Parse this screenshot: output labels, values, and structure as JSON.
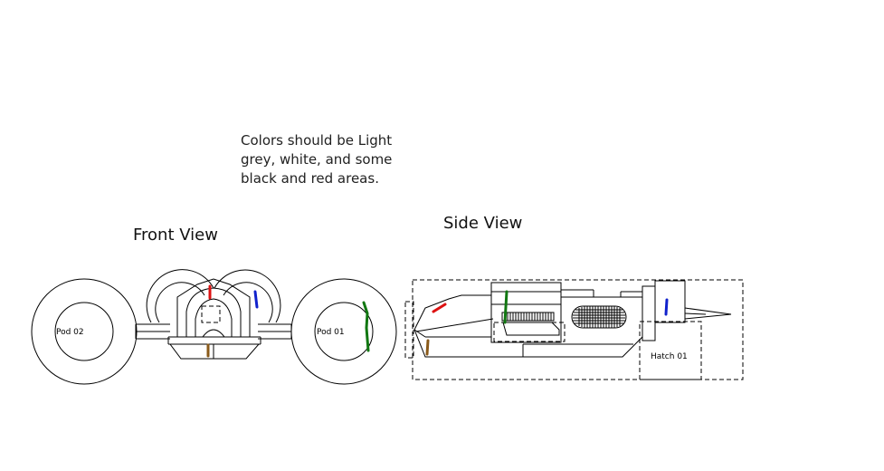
{
  "note": {
    "lines": [
      "Colors should be Light",
      "grey, white, and some",
      "black and red areas."
    ]
  },
  "front_view": {
    "title": "Front View",
    "pod_left_label": "Pod 02",
    "pod_right_label": "Pod 01"
  },
  "side_view": {
    "title": "Side View",
    "hatch_label": "Hatch 01"
  },
  "colors": {
    "line": "#000000",
    "marker_red": "#dd1111",
    "marker_blue": "#1122cc",
    "marker_green": "#117711",
    "marker_brown": "#8a5a1a",
    "grille": "#000000"
  }
}
